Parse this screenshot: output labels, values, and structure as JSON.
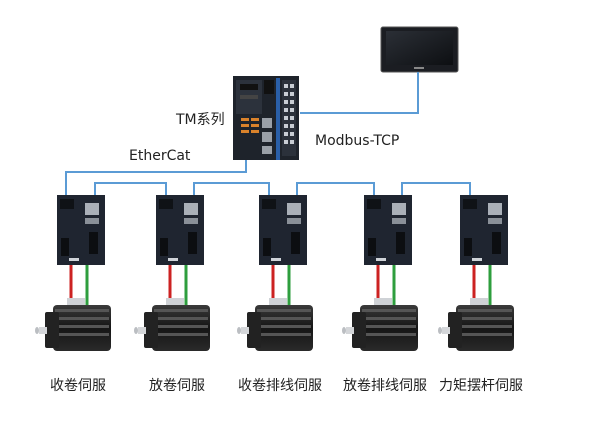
{
  "labels": {
    "controller": "TM系列",
    "ethercat": "EtherCat",
    "modbus": "Modbus-TCP"
  },
  "servos": [
    {
      "name": "收卷伺服"
    },
    {
      "name": "放卷伺服"
    },
    {
      "name": "收卷排线伺服"
    },
    {
      "name": "放卷排线伺服"
    },
    {
      "name": "力矩摆杆伺服"
    }
  ],
  "colors": {
    "cable": "#5b9bd5",
    "power_cable": "#cc2222",
    "encoder_cable": "#2e9e3e",
    "device_body": "#1f2530"
  }
}
